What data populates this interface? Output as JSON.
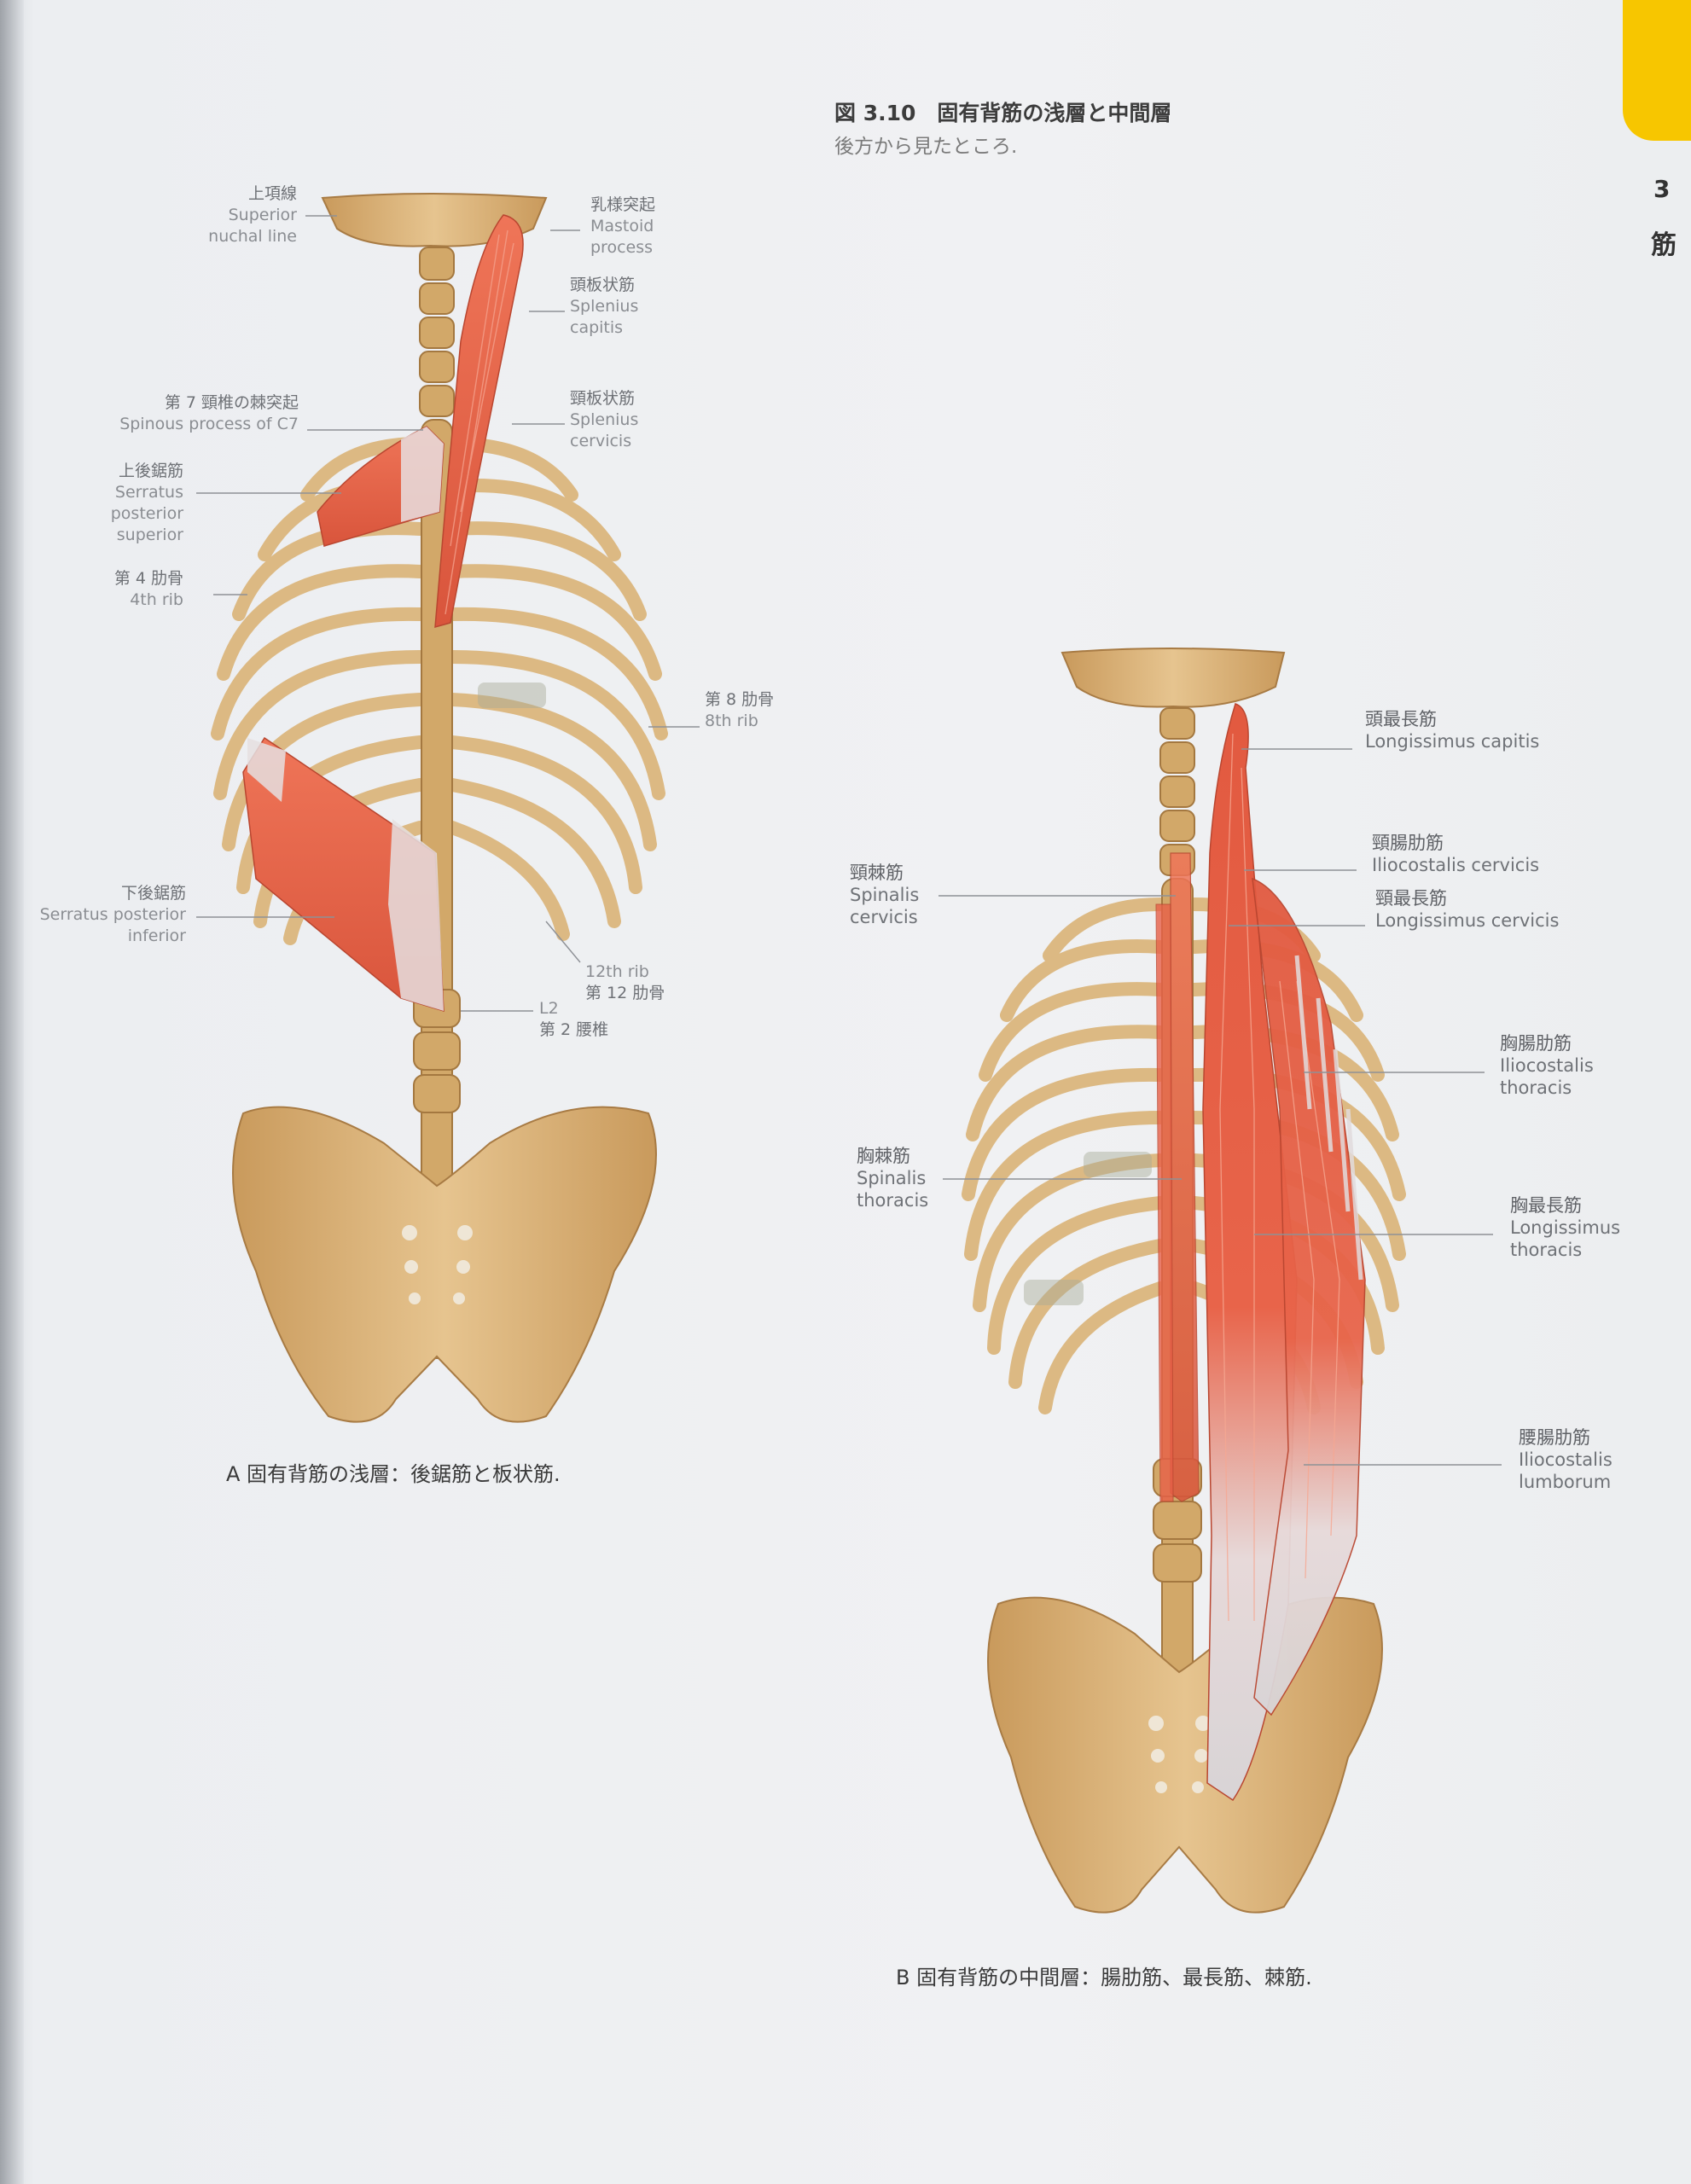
{
  "chapter": {
    "number": "3",
    "name": "筋"
  },
  "figure": {
    "title": "図 3.10　固有背筋の浅層と中間層",
    "subtitle": "後方から見たところ."
  },
  "panel_a": {
    "caption": "A  固有背筋の浅層：後鋸筋と板状筋.",
    "labels": {
      "superior_nuchal_line": {
        "jp": "上項線",
        "en1": "Superior",
        "en2": "nuchal line"
      },
      "mastoid_process": {
        "jp": "乳様突起",
        "en1": "Mastoid",
        "en2": "process"
      },
      "splenius_capitis": {
        "jp": "頭板状筋",
        "en1": "Splenius",
        "en2": "capitis"
      },
      "spinous_process_c7": {
        "jp": "第 7 頸椎の棘突起",
        "en1": "Spinous process of C7"
      },
      "splenius_cervicis": {
        "jp": "頸板状筋",
        "en1": "Splenius",
        "en2": "cervicis"
      },
      "serratus_posterior_superior": {
        "jp": "上後鋸筋",
        "en1": "Serratus",
        "en2": "posterior",
        "en3": "superior"
      },
      "fourth_rib": {
        "jp": "第 4 肋骨",
        "en1": "4th rib"
      },
      "eighth_rib": {
        "jp": "第 8 肋骨",
        "en1": "8th rib"
      },
      "serratus_posterior_inferior": {
        "jp": "下後鋸筋",
        "en1": "Serratus posterior",
        "en2": "inferior"
      },
      "twelfth_rib": {
        "en1": "12th rib",
        "jp": "第 12 肋骨"
      },
      "l2": {
        "en1": "L2",
        "jp": "第 2 腰椎"
      }
    }
  },
  "panel_b": {
    "caption": "B  固有背筋の中間層：腸肋筋、最長筋、棘筋.",
    "labels": {
      "longissimus_capitis": {
        "jp": "頭最長筋",
        "en1": "Longissimus capitis"
      },
      "iliocostalis_cervicis": {
        "jp": "頸腸肋筋",
        "en1": "Iliocostalis cervicis"
      },
      "longissimus_cervicis": {
        "jp": "頸最長筋",
        "en1": "Longissimus cervicis"
      },
      "spinalis_cervicis": {
        "jp": "頸棘筋",
        "en1": "Spinalis",
        "en2": "cervicis"
      },
      "iliocostalis_thoracis": {
        "jp": "胸腸肋筋",
        "en1": "Iliocostalis",
        "en2": "thoracis"
      },
      "spinalis_thoracis": {
        "jp": "胸棘筋",
        "en1": "Spinalis",
        "en2": "thoracis"
      },
      "longissimus_thoracis": {
        "jp": "胸最長筋",
        "en1": "Longissimus",
        "en2": "thoracis"
      },
      "iliocostalis_lumborum": {
        "jp": "腰腸肋筋",
        "en1": "Iliocostalis",
        "en2": "lumborum"
      }
    }
  },
  "colors": {
    "bone": "#d9b27a",
    "bone_dark": "#b88a4e",
    "muscle": "#e8654a",
    "tendon": "#e6e2e2",
    "accent_tab": "#f7c600"
  }
}
